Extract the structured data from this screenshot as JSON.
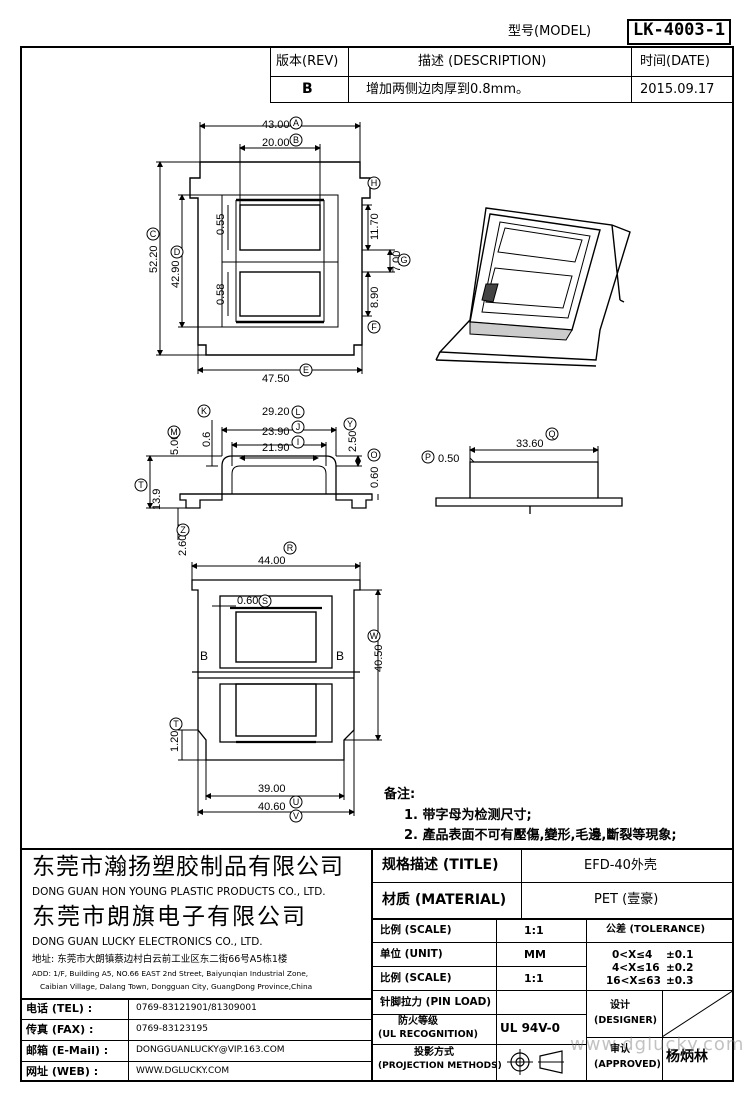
{
  "header": {
    "model_label": "型号(MODEL)",
    "model_value": "LK-4003-1"
  },
  "revision": {
    "rev_label": "版本(REV)",
    "desc_label": "描述 (DESCRIPTION)",
    "date_label": "时间(DATE)",
    "rev_value": "B",
    "desc_value": "增加两侧边肉厚到0.8mm。",
    "date_value": "2015.09.17"
  },
  "drawing": {
    "top_view": {
      "dims": {
        "A": "43.00",
        "B": "20.00",
        "C": "52.20",
        "D": "42.90",
        "E": "47.50",
        "H": "11.70",
        "G": "7.00",
        "F": "8.90",
        "v055": "0.55",
        "v058": "0.58"
      },
      "markers": [
        "A",
        "B",
        "C",
        "D",
        "E",
        "F",
        "G",
        "H"
      ]
    },
    "side_view": {
      "dims": {
        "L": "29.20",
        "J": "23.90",
        "I": "21.90",
        "K": "0.6",
        "M": "5.00",
        "Y": "2.50",
        "O": "0.60",
        "T": "13.9",
        "Z": "2.60"
      },
      "markers": [
        "K",
        "L",
        "J",
        "I",
        "M",
        "Y",
        "O",
        "T",
        "Z"
      ]
    },
    "right_side": {
      "dims": {
        "Q": "33.60",
        "P": "0.50"
      },
      "markers": [
        "P",
        "Q"
      ]
    },
    "bottom_view": {
      "dims": {
        "R": "44.00",
        "S": "0.60",
        "W": "40.50",
        "T": "1.20",
        "U": "39.00",
        "V": "40.60"
      },
      "markers": [
        "R",
        "S",
        "W",
        "T",
        "U",
        "V"
      ],
      "b_left": "B",
      "b_right": "B"
    }
  },
  "notes": {
    "title": "备注:",
    "items": [
      "1. 带字母为检测尺寸;",
      "2. 產品表面不可有壓傷,變形,毛邊,斷裂等現象;"
    ]
  },
  "company": {
    "name1_cn": "东莞市瀚扬塑胶制品有限公司",
    "name1_en": "DONG GUAN HON YOUNG PLASTIC PRODUCTS CO., LTD.",
    "name2_cn": "东莞市朗旗电子有限公司",
    "name2_en": "DONG GUAN LUCKY ELECTRONICS CO., LTD.",
    "addr_cn": "地址: 东莞市大朗镇蔡边村白云前工业区东二街66号A5栋1楼",
    "addr_en1": "ADD: 1/F, Building A5, NO.66 EAST 2nd Street, Baiyunqian Industrial Zone,",
    "addr_en2": "Caibian Village, Dalang Town, Dongguan City, GuangDong Province,China"
  },
  "contact": [
    {
      "label": "电话 (TEL) :",
      "value": "0769-83121901/81309001"
    },
    {
      "label": "传真 (FAX) :",
      "value": "0769-83123195"
    },
    {
      "label": "邮箱 (E-Mail) :",
      "value": "DONGGUANLUCKY@VIP.163.COM"
    },
    {
      "label": "网址 (WEB) :",
      "value": "WWW.DGLUCKY.COM"
    }
  ],
  "spec": {
    "title_label": "规格描述 (TITLE)",
    "title_value": "EFD-40外壳",
    "material_label": "材质 (MATERIAL)",
    "material_value": "PET (壹豪)",
    "scale_label": "比例 (SCALE)",
    "scale_value": "1:1",
    "unit_label": "单位 (UNIT)",
    "unit_value": "MM",
    "scale2_label": "比例 (SCALE)",
    "scale2_value": "1:1",
    "pin_label": "针脚拉力 (PIN LOAD)",
    "ul_label1": "防火等级",
    "ul_label2": "(UL RECOGNITION)",
    "ul_value": "UL 94V-0",
    "proj_label1": "投影方式",
    "proj_label2": "(PROJECTION METHODS)",
    "tol_label": "公差 (TOLERANCE)",
    "tol_rows": [
      {
        "range": "0<X≤4",
        "value": "±0.1"
      },
      {
        "range": "4<X≤16",
        "value": "±0.2"
      },
      {
        "range": "16<X≤63",
        "value": "±0.3"
      }
    ],
    "designer_label1": "设计",
    "designer_label2": "(DESIGNER)",
    "approved_label1": "审认",
    "approved_label2": "(APPROVED)",
    "approver_name": "杨炳林",
    "watermark": "www.dglucky.com"
  }
}
